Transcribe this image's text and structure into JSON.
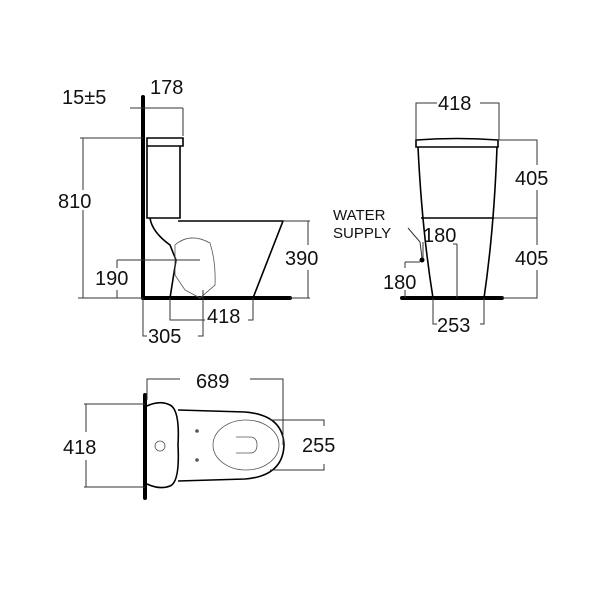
{
  "side_view": {
    "dim_gap": "15±5",
    "dim_tank_depth": "178",
    "dim_total_height": "810",
    "dim_outlet_height": "190",
    "dim_bowl_height": "390",
    "dim_outlet_to_front": "418",
    "dim_wall_to_outlet": "305"
  },
  "front_view": {
    "dim_width": "418",
    "dim_upper_height": "405",
    "dim_lower_height": "405",
    "water_supply_line1": "WATER",
    "water_supply_line2": "SUPPLY",
    "dim_supply_offset": "180",
    "dim_supply_height": "180",
    "dim_base_width": "253"
  },
  "top_view": {
    "dim_length": "689",
    "dim_width": "418",
    "dim_seat_width": "255"
  }
}
